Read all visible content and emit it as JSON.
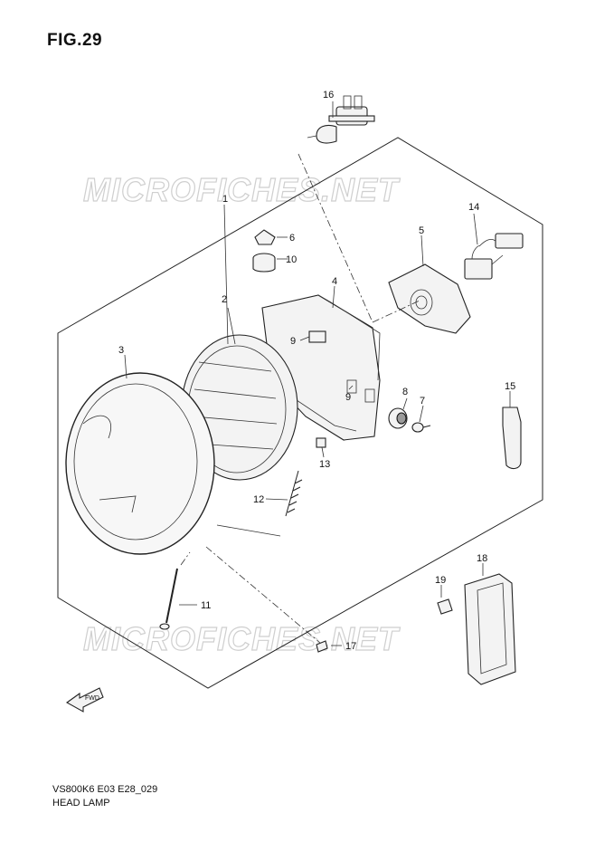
{
  "figure": {
    "title": "FIG.29",
    "code": "VS800K6 E03 E28_029",
    "name": "HEAD LAMP",
    "watermark": "MICROFICHES.NET",
    "fwd_label": "FWD"
  },
  "callouts": [
    {
      "id": "c1",
      "label": "1"
    },
    {
      "id": "c2",
      "label": "2"
    },
    {
      "id": "c3",
      "label": "3"
    },
    {
      "id": "c4",
      "label": "4"
    },
    {
      "id": "c5",
      "label": "5"
    },
    {
      "id": "c6",
      "label": "6"
    },
    {
      "id": "c7",
      "label": "7"
    },
    {
      "id": "c8",
      "label": "8"
    },
    {
      "id": "c9a",
      "label": "9"
    },
    {
      "id": "c9b",
      "label": "9"
    },
    {
      "id": "c10",
      "label": "10"
    },
    {
      "id": "c11",
      "label": "11"
    },
    {
      "id": "c12",
      "label": "12"
    },
    {
      "id": "c13",
      "label": "13"
    },
    {
      "id": "c14",
      "label": "14"
    },
    {
      "id": "c15",
      "label": "15"
    },
    {
      "id": "c16",
      "label": "16"
    },
    {
      "id": "c17",
      "label": "17"
    },
    {
      "id": "c18",
      "label": "18"
    },
    {
      "id": "c19",
      "label": "19"
    }
  ]
}
